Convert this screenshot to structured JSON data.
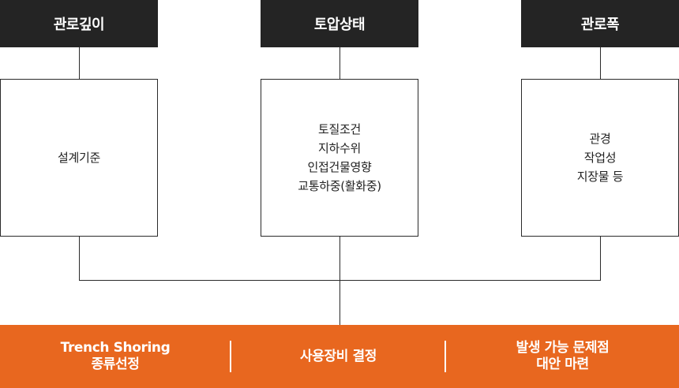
{
  "columns": [
    {
      "header": "관로깊이",
      "items": [
        "설계기준"
      ]
    },
    {
      "header": "토압상태",
      "items": [
        "토질조건",
        "지하수위",
        "인접건물영향",
        "교통하중(활화중)"
      ]
    },
    {
      "header": "관로폭",
      "items": [
        "관경",
        "작업성",
        "지장물 등"
      ]
    }
  ],
  "bottom_bar": {
    "color": "#e8671f",
    "cells": [
      {
        "lines": [
          "Trench Shoring",
          "종류선정"
        ]
      },
      {
        "lines": [
          "사용장비 결정"
        ]
      },
      {
        "lines": [
          "발생 가능 문제점",
          "대안 마련"
        ]
      }
    ]
  }
}
